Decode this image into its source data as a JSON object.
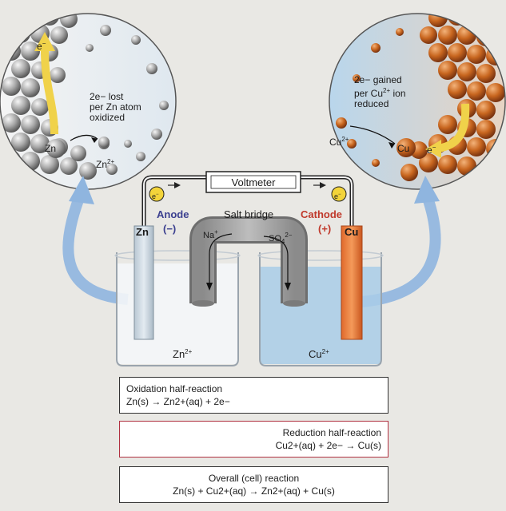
{
  "zinc_zoom": {
    "electron": "e",
    "electron_charge": "−",
    "lost_line1": "2e− lost",
    "lost_line2": "per Zn atom",
    "lost_line3": "oxidized",
    "atom": "Zn",
    "ion": "Zn",
    "ion_charge": "2+"
  },
  "copper_zoom": {
    "gain_line1": "2e− gained",
    "gain_line2_pre": "per Cu",
    "gain_line2_charge": "2+",
    "gain_line2_post": " ion",
    "gain_line3": "reduced",
    "ion": "Cu",
    "ion_charge": "2+",
    "atom": "Cu",
    "electron": "e",
    "electron_charge": "−"
  },
  "cell": {
    "voltmeter": "Voltmeter",
    "salt_bridge": "Salt bridge",
    "na_ion": "Na",
    "na_charge": "+",
    "so4": "SO",
    "so4_sub": "4",
    "so4_charge": "2−",
    "anode": "Anode",
    "anode_sign": "(−)",
    "cathode": "Cathode",
    "cathode_sign": "(+)",
    "zn_electrode": "Zn",
    "cu_electrode": "Cu",
    "left_solution_ion": "Zn",
    "left_solution_charge": "2+",
    "right_solution_ion": "Cu",
    "right_solution_charge": "2+",
    "electron_symbol": "e",
    "electron_charge": "−"
  },
  "reactions": {
    "oxidation_title": "Oxidation half-reaction",
    "oxidation_eq": "Zn(s) → Zn2+(aq) + 2e−",
    "reduction_title": "Reduction half-reaction",
    "reduction_eq": "Cu2+(aq) + 2e− → Cu(s)",
    "overall_title": "Overall (cell) reaction",
    "overall_eq": "Zn(s) + Cu2+(aq) → Zn2+(aq) + Cu(s)"
  },
  "colors": {
    "anode_label": "#3b3f8f",
    "cathode_label": "#c0392b",
    "copper": "#d9772f",
    "solution": "#a9cce8",
    "electron_arrow": "#f0d24a",
    "reduction_border": "#b03040"
  }
}
